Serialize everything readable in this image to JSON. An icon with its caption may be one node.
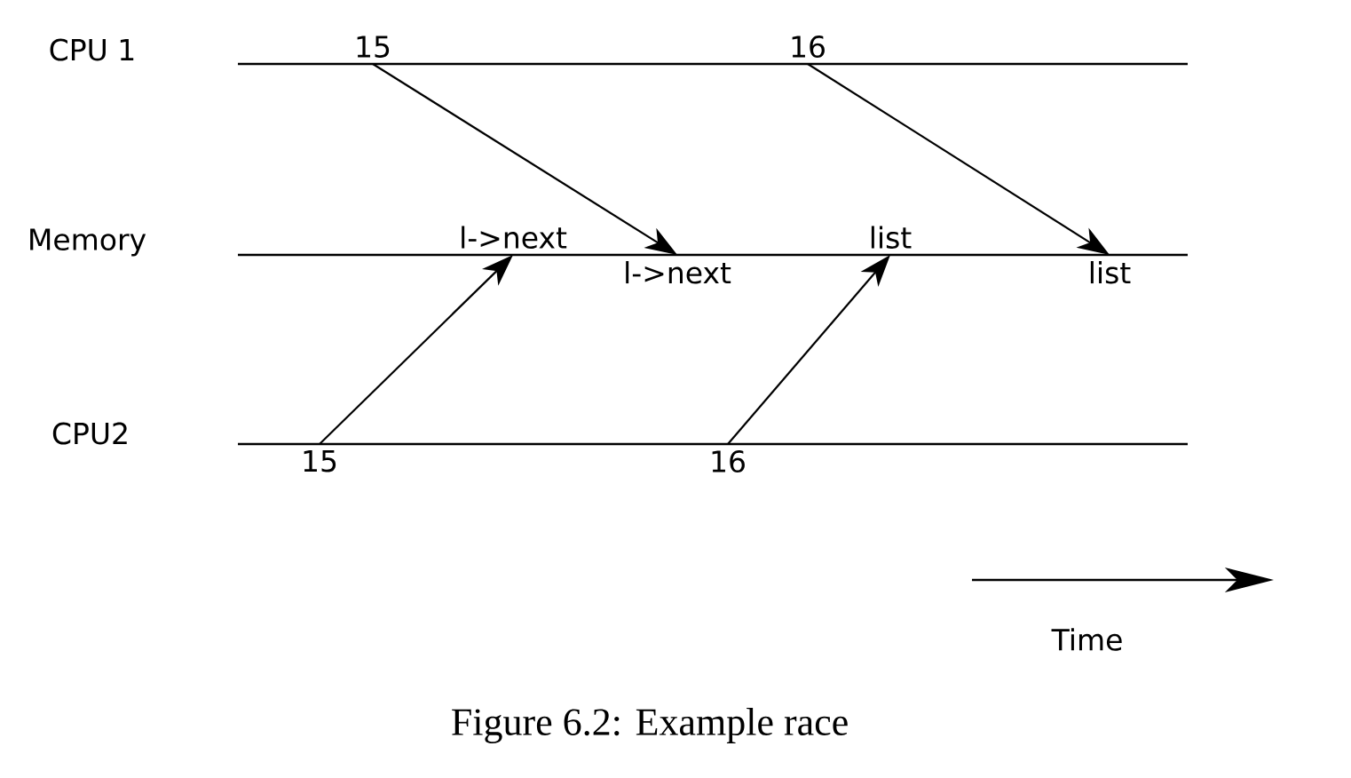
{
  "diagram": {
    "caption": "Figure 6.2: Example race",
    "nodes": [
      {
        "text": [
          "15"
        ]
      },
      {
        "text": [
          "16"
        ]
      },
      {
        "text": [
          "l->next"
        ]
      },
      {
        "text": [
          "list"
        ]
      },
      {
        "text": [
          "l->next"
        ]
      },
      {
        "text": [
          "list"
        ]
      },
      {
        "text": [
          "15"
        ]
      },
      {
        "text": [
          "16"
        ]
      }
    ],
    "edges": [
      {
        "from": 0,
        "to": 4,
        "arrow": "to"
      },
      {
        "from": 1,
        "to": 5,
        "arrow": "to"
      },
      {
        "from": 6,
        "to": 2,
        "arrow": "to"
      },
      {
        "from": 7,
        "to": 3,
        "arrow": "to"
      }
    ],
    "labels": [
      "CPU 1",
      "Memory",
      "CPU2",
      "Time"
    ]
  }
}
